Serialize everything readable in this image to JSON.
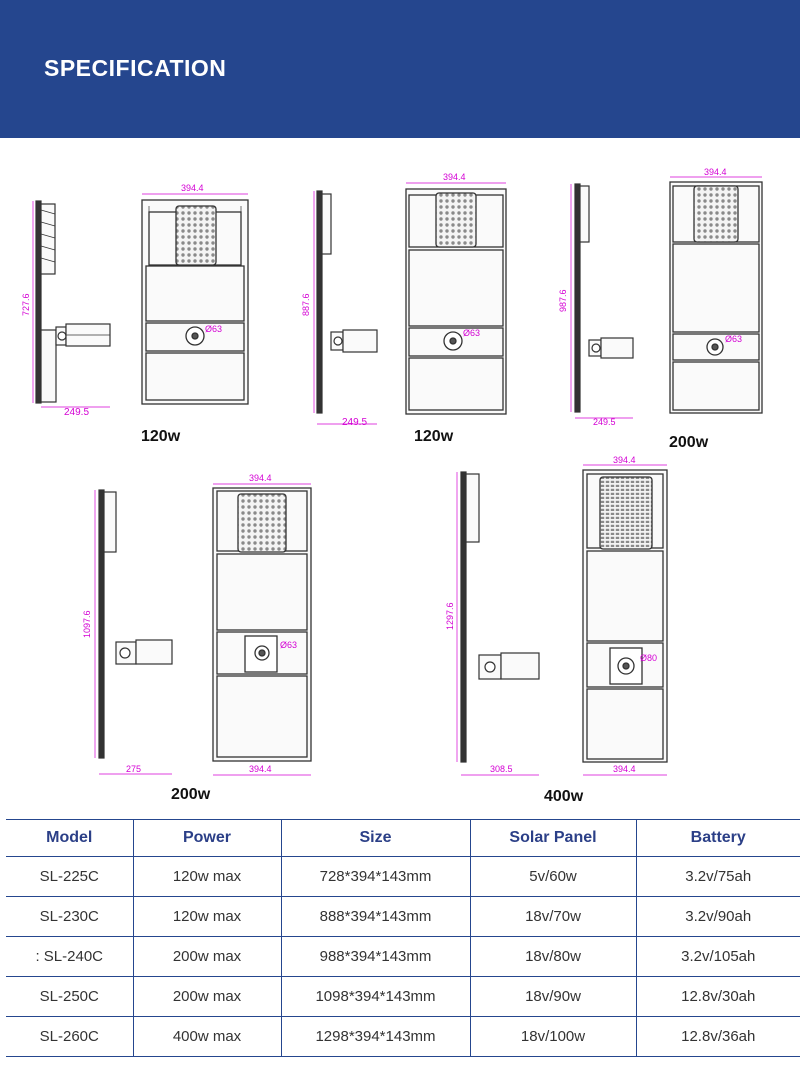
{
  "header": {
    "title": "SPECIFICATION",
    "color": "#25468e"
  },
  "accent_dim_color": "#d400d4",
  "models": [
    {
      "side_height": "727.6",
      "depth": "249.5",
      "width": "394.4",
      "hole": "Ø63",
      "caption": "120w"
    },
    {
      "side_height": "887.6",
      "depth": "249.5",
      "width": "394.4",
      "hole": "Ø63",
      "caption": "120w"
    },
    {
      "side_height": "987.6",
      "depth": "249.5",
      "width": "394.4",
      "hole": "Ø63",
      "caption": "200w"
    },
    {
      "side_height": "1097.6",
      "depth": "275",
      "width": "394.4",
      "width_bottom": "394.4",
      "hole": "Ø63",
      "caption": "200w"
    },
    {
      "side_height": "1297.6",
      "depth": "308.5",
      "width": "394.4",
      "width_bottom": "394.4",
      "hole": "Ø80",
      "caption": "400w"
    }
  ],
  "table": {
    "headers": [
      "Model",
      "Power",
      "Size",
      "Solar Panel",
      "Battery"
    ],
    "rows": [
      [
        "SL-225C",
        "120w max",
        "728*394*143mm",
        "5v/60w",
        "3.2v/75ah"
      ],
      [
        "SL-230C",
        "120w max",
        "888*394*143mm",
        "18v/70w",
        "3.2v/90ah"
      ],
      [
        ": SL-240C",
        "200w max",
        "988*394*143mm",
        "18v/80w",
        "3.2v/105ah"
      ],
      [
        "SL-250C",
        "200w max",
        "1098*394*143mm",
        "18v/90w",
        "12.8v/30ah"
      ],
      [
        "SL-260C",
        "400w max",
        "1298*394*143mm",
        "18v/100w",
        "12.8v/36ah"
      ]
    ]
  }
}
